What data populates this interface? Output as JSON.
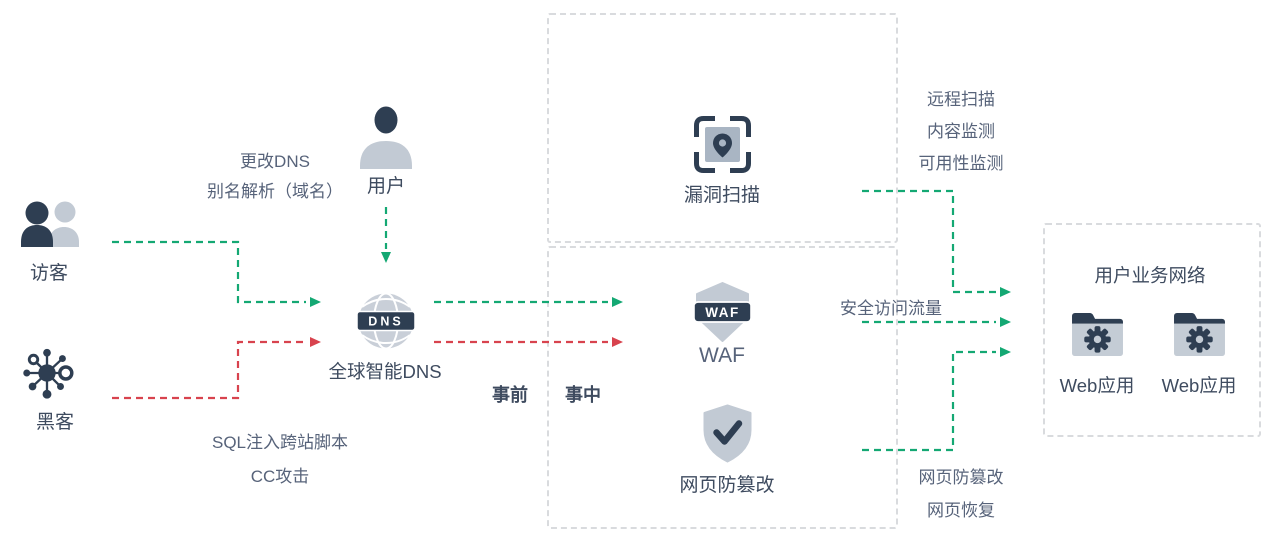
{
  "colors": {
    "green": "#14a873",
    "red": "#d8434e",
    "navy": "#2e3e52",
    "icon_gray": "#c2cad4",
    "icon_gray2": "#a9b5c3",
    "text_dark": "#3e4b5f",
    "text_mid": "#57637a",
    "box_border": "#d9dbde"
  },
  "left": {
    "visitor": "访客",
    "hacker": "黑客",
    "attack_note": [
      "SQL注入跨站脚本",
      "CC攻击"
    ]
  },
  "user": {
    "label": "用户",
    "dns_note": [
      "更改DNS",
      "别名解析（域名）"
    ]
  },
  "dns": {
    "badge": "DNS",
    "label": "全球智能DNS"
  },
  "phases": {
    "before": "事前",
    "during": "事中"
  },
  "protection": {
    "vuln_scan": "漏洞扫描",
    "waf_badge": "WAF",
    "waf": "WAF",
    "anti_tamper": "网页防篡改"
  },
  "right_notes": {
    "monitoring": [
      "远程扫描",
      "内容监测",
      "可用性监测"
    ],
    "safe_traffic": "安全访问流量",
    "tamper": [
      "网页防篡改",
      "网页恢复"
    ]
  },
  "business": {
    "title": "用户业务网络",
    "apps": [
      "Web应用",
      "Web应用"
    ]
  }
}
